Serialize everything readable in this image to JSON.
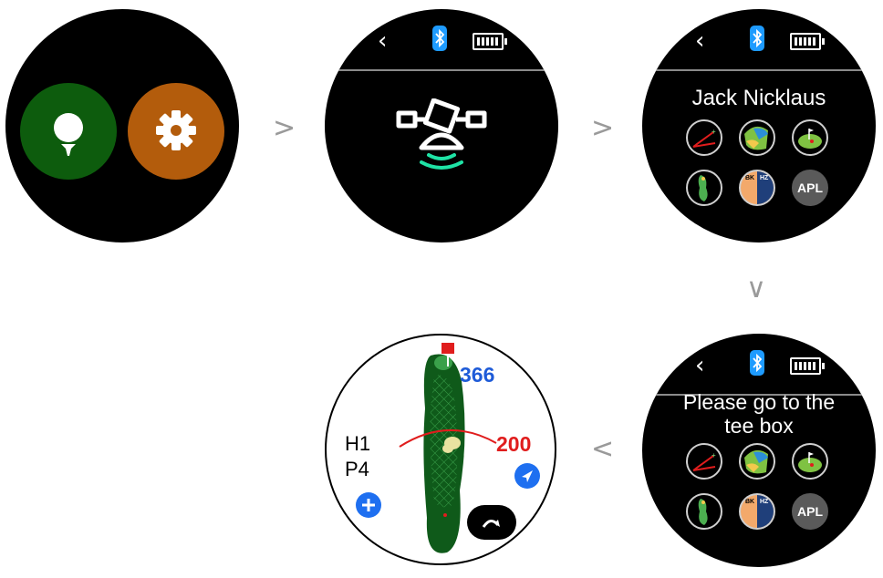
{
  "screens": {
    "launch": {
      "golf_button_icon": "golf-tee-icon",
      "settings_button_icon": "gear-icon",
      "colors": {
        "golf": "#0d5c0d",
        "settings": "#b35c0c"
      }
    },
    "gps": {
      "back_icon": "‹",
      "icon": "satellite-icon"
    },
    "course": {
      "back_icon": "‹",
      "title": "Jack Nicklaus",
      "icons": [
        "shot-distance-icon",
        "green-view-icon",
        "green-icon",
        "hole-view-icon",
        "hazard-icon",
        "apl-icon"
      ],
      "apl_label": "APL",
      "bk_label": "BK",
      "hz_label": "HZ"
    },
    "tee_prompt": {
      "back_icon": "‹",
      "title_line1": "Please go to the",
      "title_line2": "tee box",
      "apl_label": "APL",
      "bk_label": "BK",
      "hz_label": "HZ"
    },
    "hole": {
      "back_distance": "366",
      "layup_distance": "200",
      "hole_label": "H1",
      "par_label": "P4",
      "colors": {
        "back": "#1e5bd8",
        "layup": "#e01d1d",
        "fairway": "#0f5a1a"
      }
    }
  },
  "flow_arrows": [
    ">",
    ">",
    "∨",
    "<"
  ]
}
